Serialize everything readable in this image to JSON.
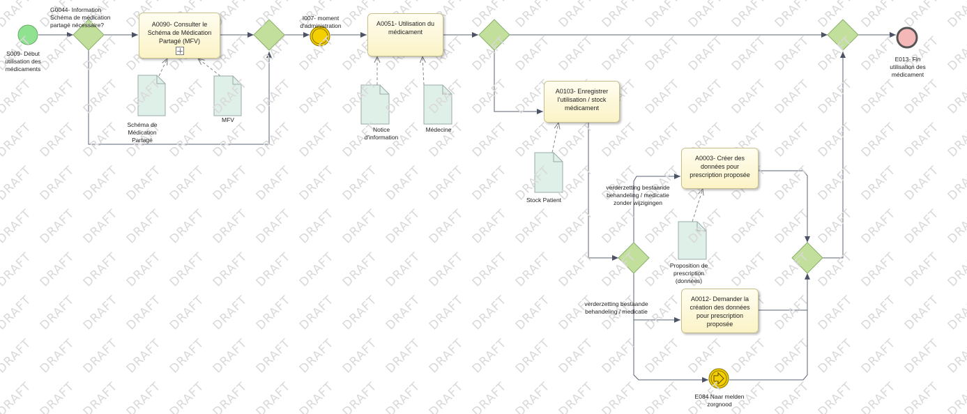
{
  "watermark": "DRAFT",
  "events": {
    "start": "S009- Début utilisation des médicaments",
    "intermediate": "I007- moment d'administration",
    "end": "E013- Fin utilisation des médicament",
    "escalation": "E084 Naar melden zorgnood"
  },
  "gateway_g0044": "G0044- Information Schéma de médication partagé nécessaire?",
  "tasks": {
    "a0090": "A0090- Consulter le Schéma de Médication Partagé (MFV)",
    "a0051": "A0051- Utilisation du médicament",
    "a0103": "A0103- Enregistrer l'utilisation / stock médicament",
    "a0003": "A0003- Créer des données pour prescription proposée",
    "a0012": "A0012- Demander la création des données pour prescription proposée"
  },
  "documents": {
    "schema": "Schéma de Médication Partagé",
    "mfv": "MFV",
    "notice": "Notice d'information",
    "medecine": "Médecine",
    "stock": "Stock Patient",
    "proposition": "Proposition de prescription (données)"
  },
  "flows": {
    "no_changes": "verderzetting bestaande behandeling / medicatie zonder wijzigingen",
    "continue": "verderzetting bestaande behandeling / medicatie"
  },
  "colors": {
    "start_fill": "#8fe28f",
    "end_fill": "#f4b8b8",
    "gateway_fill": "#c3df9c",
    "intermediate_fill": "#f5d000",
    "task_fill": "#fbf3c6",
    "document_fill": "#dff0e8",
    "line": "#5a6072"
  }
}
